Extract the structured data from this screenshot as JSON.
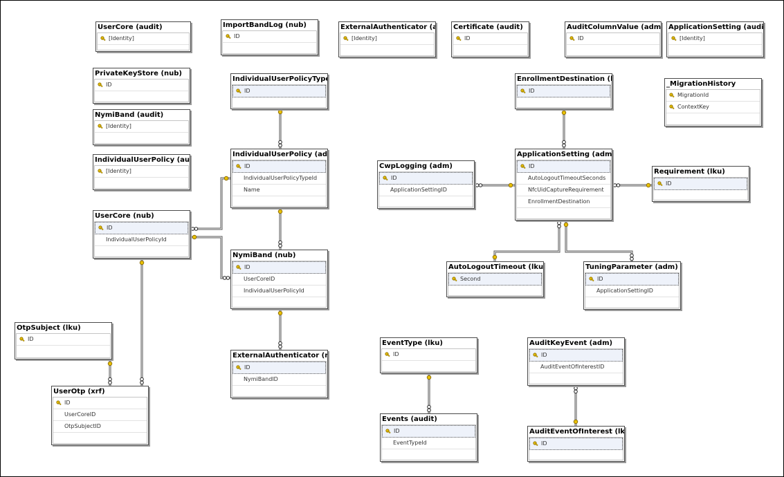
{
  "tables": [
    {
      "id": "t1",
      "title": "UserCore (audit)",
      "rows": [
        {
          "text": "[Identity]",
          "pk": true
        }
      ]
    },
    {
      "id": "t2",
      "title": "ImportBandLog (nub)",
      "rows": [
        {
          "text": "ID",
          "pk": true
        }
      ]
    },
    {
      "id": "t3",
      "title": "ExternalAuthenticator (audit)",
      "rows": [
        {
          "text": "[Identity]",
          "pk": true
        }
      ]
    },
    {
      "id": "t4",
      "title": "Certificate (audit)",
      "rows": [
        {
          "text": "ID",
          "pk": true
        }
      ]
    },
    {
      "id": "t5",
      "title": "AuditColumnValue (adm)",
      "rows": [
        {
          "text": "ID",
          "pk": true
        }
      ]
    },
    {
      "id": "t6",
      "title": "ApplicationSetting (audit)",
      "rows": [
        {
          "text": "[Identity]",
          "pk": true
        }
      ]
    },
    {
      "id": "t7",
      "title": "PrivateKeyStore (nub)",
      "rows": [
        {
          "text": "ID",
          "pk": true
        }
      ]
    },
    {
      "id": "t8",
      "title": "IndividualUserPolicyType (lku)",
      "rows": [
        {
          "text": "ID",
          "pk": true,
          "selected": true
        }
      ]
    },
    {
      "id": "t9",
      "title": "EnrollmentDestination (lku)",
      "rows": [
        {
          "text": "ID",
          "pk": true,
          "selected": true
        }
      ]
    },
    {
      "id": "t10",
      "title": "_MigrationHistory",
      "rows": [
        {
          "text": "MigrationId",
          "pk": true
        },
        {
          "text": "ContextKey",
          "pk": true
        }
      ]
    },
    {
      "id": "t11",
      "title": "NymiBand (audit)",
      "rows": [
        {
          "text": "[Identity]",
          "pk": true
        }
      ]
    },
    {
      "id": "t12",
      "title": "IndividualUserPolicy (audit)",
      "rows": [
        {
          "text": "[Identity]",
          "pk": true
        }
      ]
    },
    {
      "id": "t13",
      "title": "IndividualUserPolicy (adm)",
      "rows": [
        {
          "text": "ID",
          "pk": true,
          "selected": true
        },
        {
          "text": "IndividualUserPolicyTypeId"
        },
        {
          "text": "Name"
        }
      ]
    },
    {
      "id": "t14",
      "title": "CwpLogging (adm)",
      "rows": [
        {
          "text": "ID",
          "pk": true,
          "selected": true
        },
        {
          "text": "ApplicationSettingID"
        }
      ]
    },
    {
      "id": "t15",
      "title": "ApplicationSetting (adm)",
      "rows": [
        {
          "text": "ID",
          "pk": true,
          "selected": true
        },
        {
          "text": "AutoLogoutTimeoutSeconds"
        },
        {
          "text": "NfcUidCaptureRequirement"
        },
        {
          "text": "EnrollmentDestination"
        }
      ]
    },
    {
      "id": "t16",
      "title": "Requirement (lku)",
      "rows": [
        {
          "text": "ID",
          "pk": true,
          "selected": true
        }
      ]
    },
    {
      "id": "t17",
      "title": "UserCore (nub)",
      "rows": [
        {
          "text": "ID",
          "pk": true,
          "selected": true
        },
        {
          "text": "IndividualUserPolicyId"
        }
      ]
    },
    {
      "id": "t18",
      "title": "NymiBand (nub)",
      "rows": [
        {
          "text": "ID",
          "pk": true,
          "selected": true
        },
        {
          "text": "UserCoreID"
        },
        {
          "text": "IndividualUserPolicyId"
        }
      ]
    },
    {
      "id": "t19",
      "title": "AutoLogoutTimeout (lku)",
      "rows": [
        {
          "text": "Second",
          "pk": true,
          "selected": true
        }
      ]
    },
    {
      "id": "t20",
      "title": "TuningParameter (adm)",
      "rows": [
        {
          "text": "ID",
          "pk": true,
          "selected": true
        },
        {
          "text": "ApplicationSettingID"
        }
      ]
    },
    {
      "id": "t21",
      "title": "OtpSubject (lku)",
      "rows": [
        {
          "text": "ID",
          "pk": true
        }
      ]
    },
    {
      "id": "t22",
      "title": "EventType (lku)",
      "rows": [
        {
          "text": "ID",
          "pk": true
        }
      ]
    },
    {
      "id": "t23",
      "title": "AuditKeyEvent (adm)",
      "rows": [
        {
          "text": "ID",
          "pk": true,
          "selected": true
        },
        {
          "text": "AuditEventOfInterestID"
        }
      ]
    },
    {
      "id": "t24",
      "title": "ExternalAuthenticator (nub)",
      "rows": [
        {
          "text": "ID",
          "pk": true,
          "selected": true
        },
        {
          "text": "NymiBandID"
        }
      ]
    },
    {
      "id": "t25",
      "title": "UserOtp (xrf)",
      "rows": [
        {
          "text": "ID",
          "pk": true
        },
        {
          "text": "UserCoreID"
        },
        {
          "text": "OtpSubjectID"
        }
      ]
    },
    {
      "id": "t26",
      "title": "Events (audit)",
      "rows": [
        {
          "text": "ID",
          "pk": true,
          "selected": true
        },
        {
          "text": "EventTypeId"
        }
      ]
    },
    {
      "id": "t27",
      "title": "AuditEventOfInterest (lku)",
      "rows": [
        {
          "text": "ID",
          "pk": true,
          "selected": true
        }
      ]
    }
  ],
  "relationships": [
    {
      "from": "IndividualUserPolicy (adm)",
      "to": "IndividualUserPolicyType (lku)"
    },
    {
      "from": "UserCore (nub)",
      "to": "IndividualUserPolicy (adm)"
    },
    {
      "from": "NymiBand (nub)",
      "to": "IndividualUserPolicy (adm)"
    },
    {
      "from": "NymiBand (nub)",
      "to": "UserCore (nub)"
    },
    {
      "from": "ExternalAuthenticator (nub)",
      "to": "NymiBand (nub)"
    },
    {
      "from": "UserOtp (xrf)",
      "to": "UserCore (nub)"
    },
    {
      "from": "UserOtp (xrf)",
      "to": "OtpSubject (lku)"
    },
    {
      "from": "ApplicationSetting (adm)",
      "to": "EnrollmentDestination (lku)"
    },
    {
      "from": "CwpLogging (adm)",
      "to": "ApplicationSetting (adm)"
    },
    {
      "from": "ApplicationSetting (adm)",
      "to": "Requirement (lku)"
    },
    {
      "from": "ApplicationSetting (adm)",
      "to": "AutoLogoutTimeout (lku)"
    },
    {
      "from": "TuningParameter (adm)",
      "to": "ApplicationSetting (adm)"
    },
    {
      "from": "Events (audit)",
      "to": "EventType (lku)"
    },
    {
      "from": "AuditKeyEvent (adm)",
      "to": "AuditEventOfInterest (lku)"
    }
  ],
  "colors": {
    "border": "#4a4a4a",
    "key": "#e8c000",
    "line": "#555555"
  }
}
